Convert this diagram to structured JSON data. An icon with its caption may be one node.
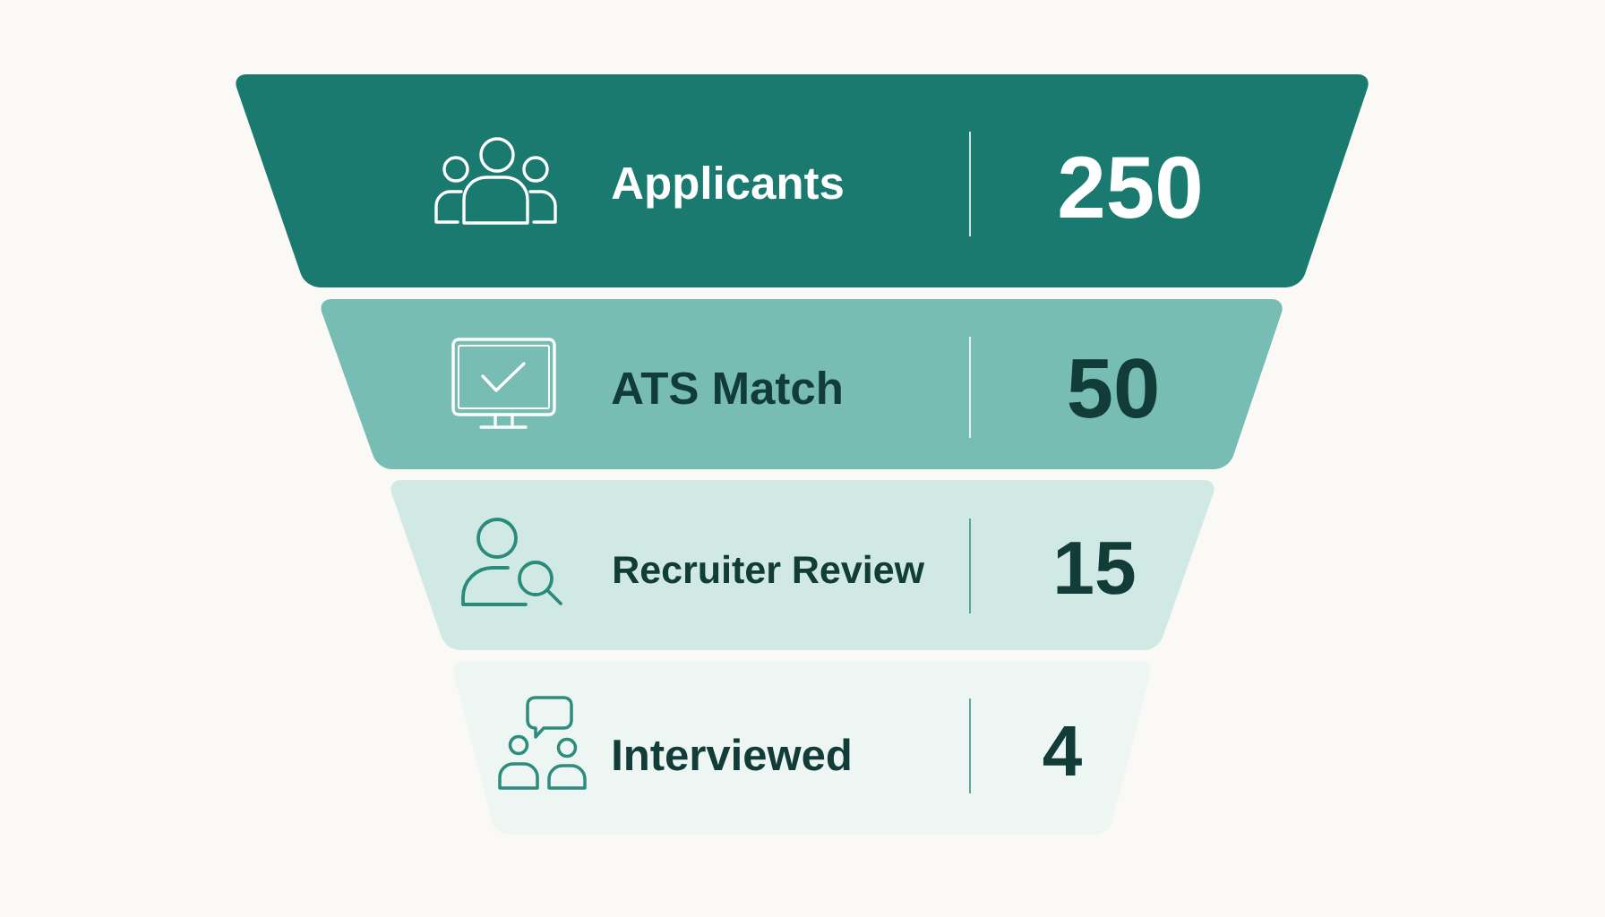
{
  "diagram": {
    "nodes": [
      {
        "text": [
          "Applicants",
          "250"
        ]
      },
      {
        "text": [
          "ATS Match",
          "50"
        ]
      },
      {
        "text": [
          "Recruiter Review",
          "15"
        ]
      },
      {
        "text": [
          "Interviewed",
          "4"
        ]
      }
    ]
  }
}
